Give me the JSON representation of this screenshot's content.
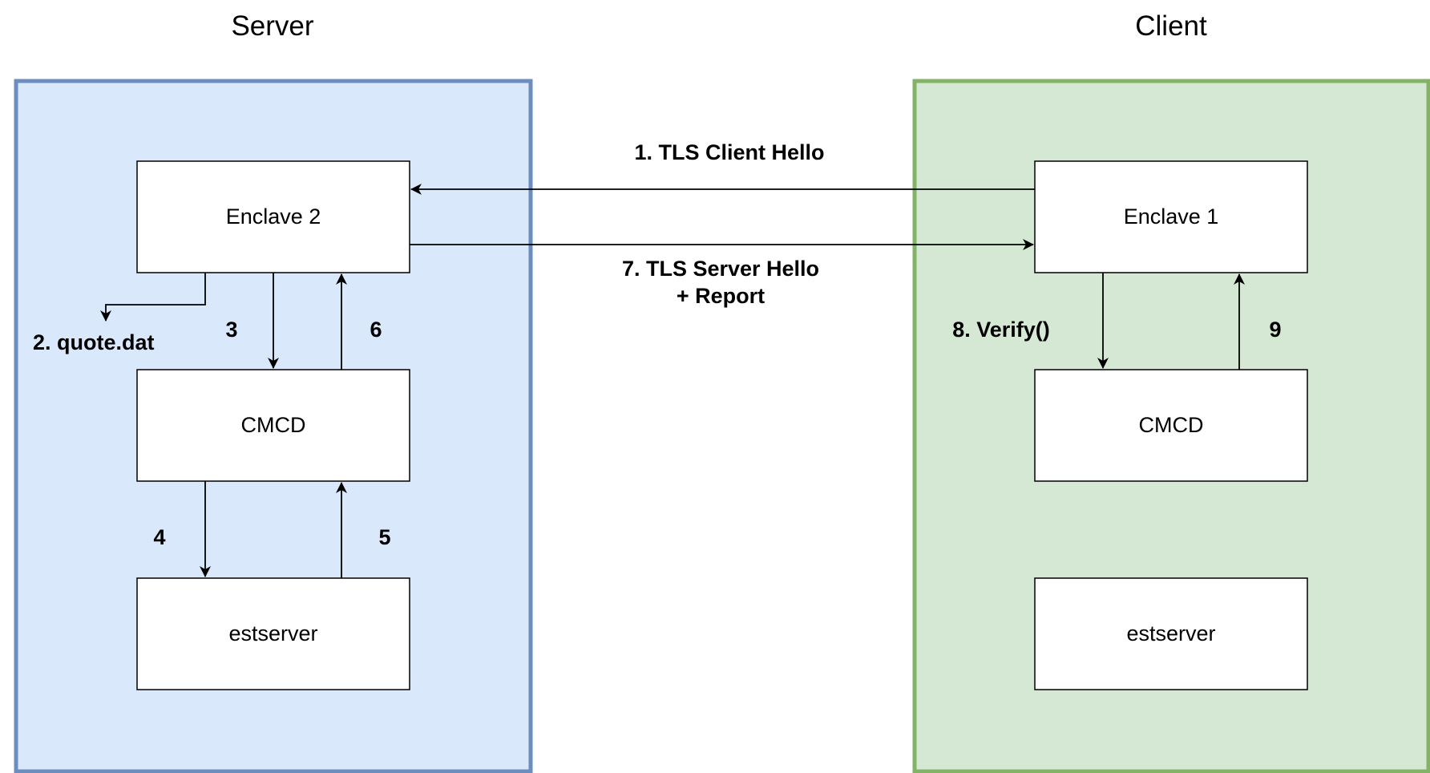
{
  "colors": {
    "server_fill": "#dae8fc",
    "server_stroke": "#6c8ebf",
    "client_fill": "#d5e8d4",
    "client_stroke": "#82b366",
    "line": "#000000"
  },
  "server": {
    "title": "Server",
    "enclave": "Enclave 2",
    "cmcd": "CMCD",
    "estserver": "estserver"
  },
  "client": {
    "title": "Client",
    "enclave": "Enclave 1",
    "cmcd": "CMCD",
    "estserver": "estserver"
  },
  "steps": {
    "s1": "1. TLS Client Hello",
    "s2": "2. quote.dat",
    "s3": "3",
    "s4": "4",
    "s5": "5",
    "s6": "6",
    "s7_line1": "7. TLS Server Hello",
    "s7_line2": "+ Report",
    "s8": "8. Verify()",
    "s9": "9"
  }
}
